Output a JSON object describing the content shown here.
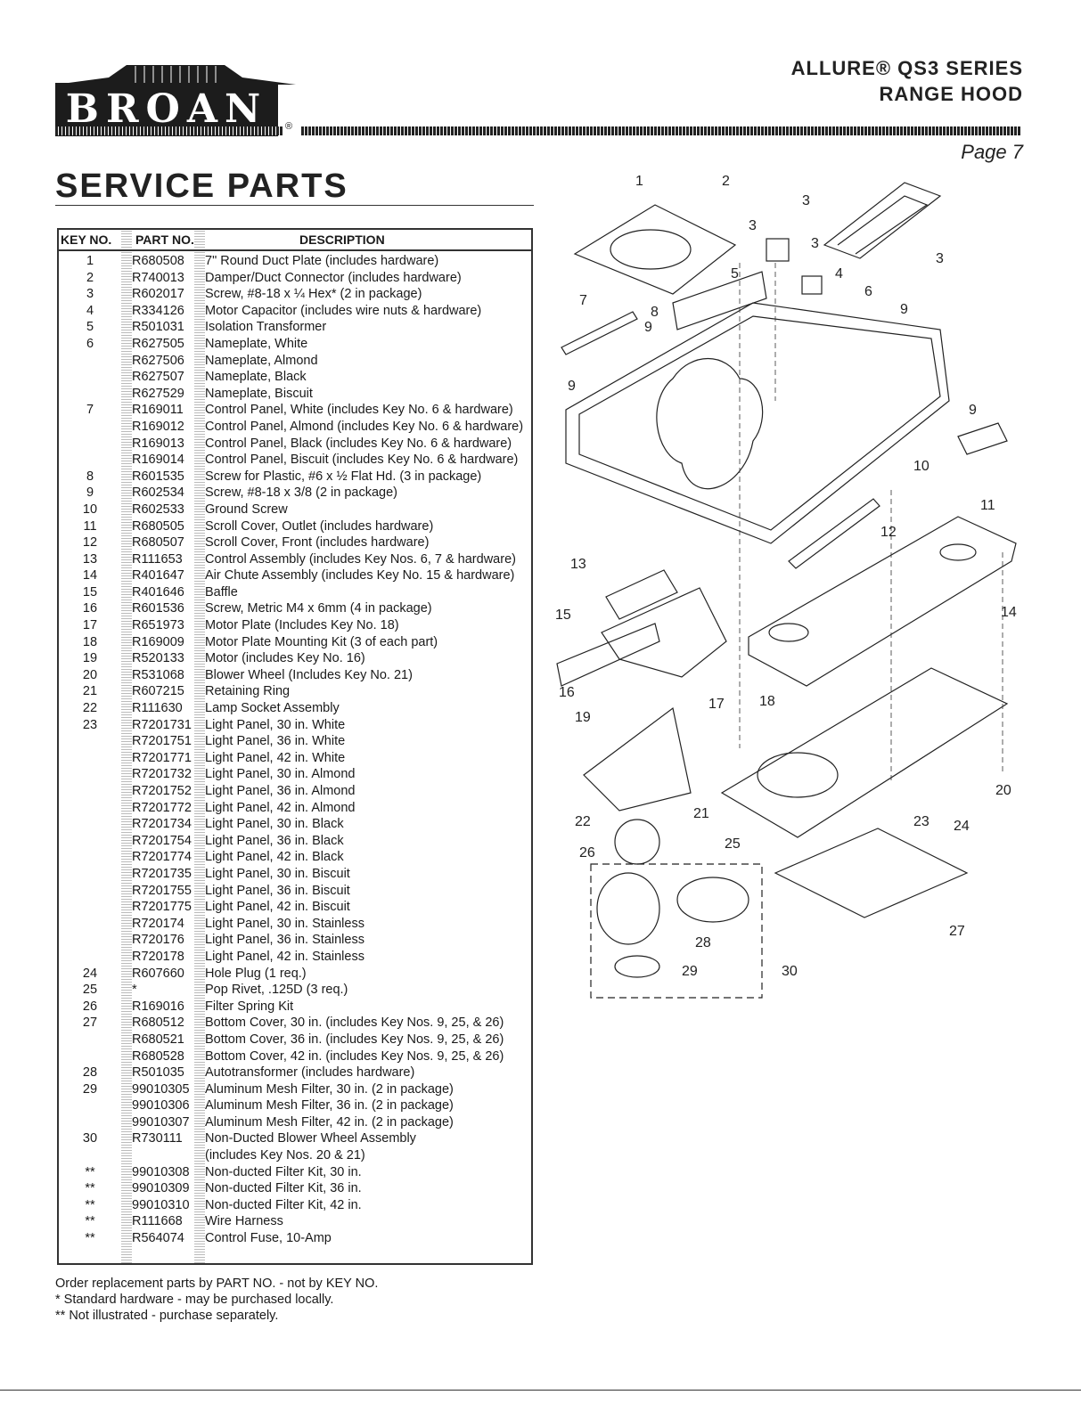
{
  "header": {
    "brand": "BROAN",
    "registered": "®",
    "product_line": "ALLURE® QS3 SERIES",
    "product_type": "RANGE HOOD",
    "page": "Page 7"
  },
  "section_title": "SERVICE PARTS",
  "table": {
    "headers": {
      "key": "KEY NO.",
      "part": "PART NO.",
      "desc": "DESCRIPTION"
    },
    "rows": [
      {
        "key": "1",
        "part": "R680508",
        "desc": "7\" Round Duct Plate (includes hardware)"
      },
      {
        "key": "2",
        "part": "R740013",
        "desc": "Damper/Duct Connector (includes hardware)"
      },
      {
        "key": "3",
        "part": "R602017",
        "desc": "Screw, #8-18 x ¼ Hex* (2 in package)"
      },
      {
        "key": "4",
        "part": "R334126",
        "desc": "Motor Capacitor (includes wire nuts & hardware)"
      },
      {
        "key": "5",
        "part": "R501031",
        "desc": "Isolation Transformer"
      },
      {
        "key": "6",
        "part": "R627505",
        "desc": "Nameplate, White"
      },
      {
        "key": "",
        "part": "R627506",
        "desc": "Nameplate, Almond"
      },
      {
        "key": "",
        "part": "R627507",
        "desc": "Nameplate, Black"
      },
      {
        "key": "",
        "part": "R627529",
        "desc": "Nameplate, Biscuit"
      },
      {
        "key": "7",
        "part": "R169011",
        "desc": "Control Panel, White (includes Key No. 6 & hardware)"
      },
      {
        "key": "",
        "part": "R169012",
        "desc": "Control Panel, Almond (includes Key No. 6 & hardware)"
      },
      {
        "key": "",
        "part": "R169013",
        "desc": "Control Panel, Black (includes Key No. 6 & hardware)"
      },
      {
        "key": "",
        "part": "R169014",
        "desc": "Control Panel, Biscuit (includes Key No. 6 & hardware)"
      },
      {
        "key": "8",
        "part": "R601535",
        "desc": "Screw for Plastic, #6 x ½ Flat Hd. (3 in package)"
      },
      {
        "key": "9",
        "part": "R602534",
        "desc": "Screw, #8-18 x 3/8 (2 in package)"
      },
      {
        "key": "10",
        "part": "R602533",
        "desc": "Ground Screw"
      },
      {
        "key": "11",
        "part": "R680505",
        "desc": "Scroll Cover, Outlet (includes hardware)"
      },
      {
        "key": "12",
        "part": "R680507",
        "desc": "Scroll Cover, Front (includes hardware)"
      },
      {
        "key": "13",
        "part": "R111653",
        "desc": "Control Assembly (includes Key Nos. 6, 7 & hardware)"
      },
      {
        "key": "14",
        "part": "R401647",
        "desc": "Air Chute Assembly (includes Key No. 15 & hardware)"
      },
      {
        "key": "15",
        "part": "R401646",
        "desc": "Baffle"
      },
      {
        "key": "16",
        "part": "R601536",
        "desc": "Screw, Metric M4 x 6mm (4 in package)"
      },
      {
        "key": "17",
        "part": "R651973",
        "desc": "Motor Plate (Includes Key No. 18)"
      },
      {
        "key": "18",
        "part": "R169009",
        "desc": "Motor Plate Mounting Kit (3 of each part)"
      },
      {
        "key": "19",
        "part": "R520133",
        "desc": "Motor (includes Key No. 16)"
      },
      {
        "key": "20",
        "part": "R531068",
        "desc": "Blower Wheel (Includes Key No. 21)"
      },
      {
        "key": "21",
        "part": "R607215",
        "desc": "Retaining Ring"
      },
      {
        "key": "22",
        "part": "R111630",
        "desc": "Lamp Socket Assembly"
      },
      {
        "key": "23",
        "part": "R7201731",
        "desc": "Light Panel, 30 in. White"
      },
      {
        "key": "",
        "part": "R7201751",
        "desc": "Light Panel, 36 in. White"
      },
      {
        "key": "",
        "part": "R7201771",
        "desc": "Light Panel, 42 in. White"
      },
      {
        "key": "",
        "part": "R7201732",
        "desc": "Light Panel, 30 in. Almond"
      },
      {
        "key": "",
        "part": "R7201752",
        "desc": "Light Panel, 36 in. Almond"
      },
      {
        "key": "",
        "part": "R7201772",
        "desc": "Light Panel, 42 in. Almond"
      },
      {
        "key": "",
        "part": "R7201734",
        "desc": "Light Panel, 30 in. Black"
      },
      {
        "key": "",
        "part": "R7201754",
        "desc": "Light Panel, 36 in. Black"
      },
      {
        "key": "",
        "part": "R7201774",
        "desc": "Light Panel, 42 in. Black"
      },
      {
        "key": "",
        "part": "R7201735",
        "desc": "Light Panel, 30 in. Biscuit"
      },
      {
        "key": "",
        "part": "R7201755",
        "desc": "Light Panel, 36 in. Biscuit"
      },
      {
        "key": "",
        "part": "R7201775",
        "desc": "Light Panel, 42 in. Biscuit"
      },
      {
        "key": "",
        "part": "R720174",
        "desc": "Light Panel, 30 in. Stainless"
      },
      {
        "key": "",
        "part": "R720176",
        "desc": "Light Panel, 36 in. Stainless"
      },
      {
        "key": "",
        "part": "R720178",
        "desc": "Light Panel, 42 in. Stainless"
      },
      {
        "key": "24",
        "part": "R607660",
        "desc": "Hole Plug (1 req.)"
      },
      {
        "key": "25",
        "part": "*",
        "desc": "Pop Rivet, .125D (3 req.)"
      },
      {
        "key": "26",
        "part": "R169016",
        "desc": "Filter Spring Kit"
      },
      {
        "key": "27",
        "part": "R680512",
        "desc": "Bottom Cover, 30 in. (includes Key Nos. 9, 25, & 26)"
      },
      {
        "key": "",
        "part": "R680521",
        "desc": "Bottom Cover, 36 in. (includes Key Nos. 9, 25, & 26)"
      },
      {
        "key": "",
        "part": "R680528",
        "desc": "Bottom Cover, 42 in. (includes Key Nos. 9, 25, & 26)"
      },
      {
        "key": "28",
        "part": "R501035",
        "desc": "Autotransformer (includes hardware)"
      },
      {
        "key": "29",
        "part": "99010305",
        "desc": "Aluminum Mesh Filter, 30 in. (2 in package)"
      },
      {
        "key": "",
        "part": "99010306",
        "desc": "Aluminum Mesh Filter, 36 in. (2 in package)"
      },
      {
        "key": "",
        "part": "99010307",
        "desc": "Aluminum Mesh Filter, 42 in. (2 in package)"
      },
      {
        "key": "30",
        "part": "R730111",
        "desc": "Non-Ducted Blower Wheel Assembly"
      },
      {
        "key": "",
        "part": "",
        "desc": "(includes Key Nos. 20 & 21)"
      },
      {
        "key": "**",
        "part": "99010308",
        "desc": "Non-ducted Filter Kit, 30 in."
      },
      {
        "key": "**",
        "part": "99010309",
        "desc": "Non-ducted Filter Kit, 36 in."
      },
      {
        "key": "**",
        "part": "99010310",
        "desc": "Non-ducted Filter Kit, 42 in."
      },
      {
        "key": "**",
        "part": "R111668",
        "desc": "Wire Harness"
      },
      {
        "key": "**",
        "part": "R564074",
        "desc": "Control Fuse, 10-Amp"
      }
    ]
  },
  "footnotes": {
    "order": "Order replacement parts by PART NO. - not by KEY NO.",
    "standard": "* Standard hardware - may be purchased locally.",
    "not_illustrated": "** Not illustrated - purchase separately."
  },
  "diagram_labels": [
    "1",
    "2",
    "3",
    "3",
    "3",
    "3",
    "4",
    "5",
    "6",
    "7",
    "8",
    "9",
    "9",
    "9",
    "9",
    "10",
    "11",
    "12",
    "13",
    "14",
    "15",
    "16",
    "17",
    "18",
    "19",
    "20",
    "21",
    "22",
    "23",
    "24",
    "25",
    "26",
    "27",
    "28",
    "29",
    "30"
  ]
}
